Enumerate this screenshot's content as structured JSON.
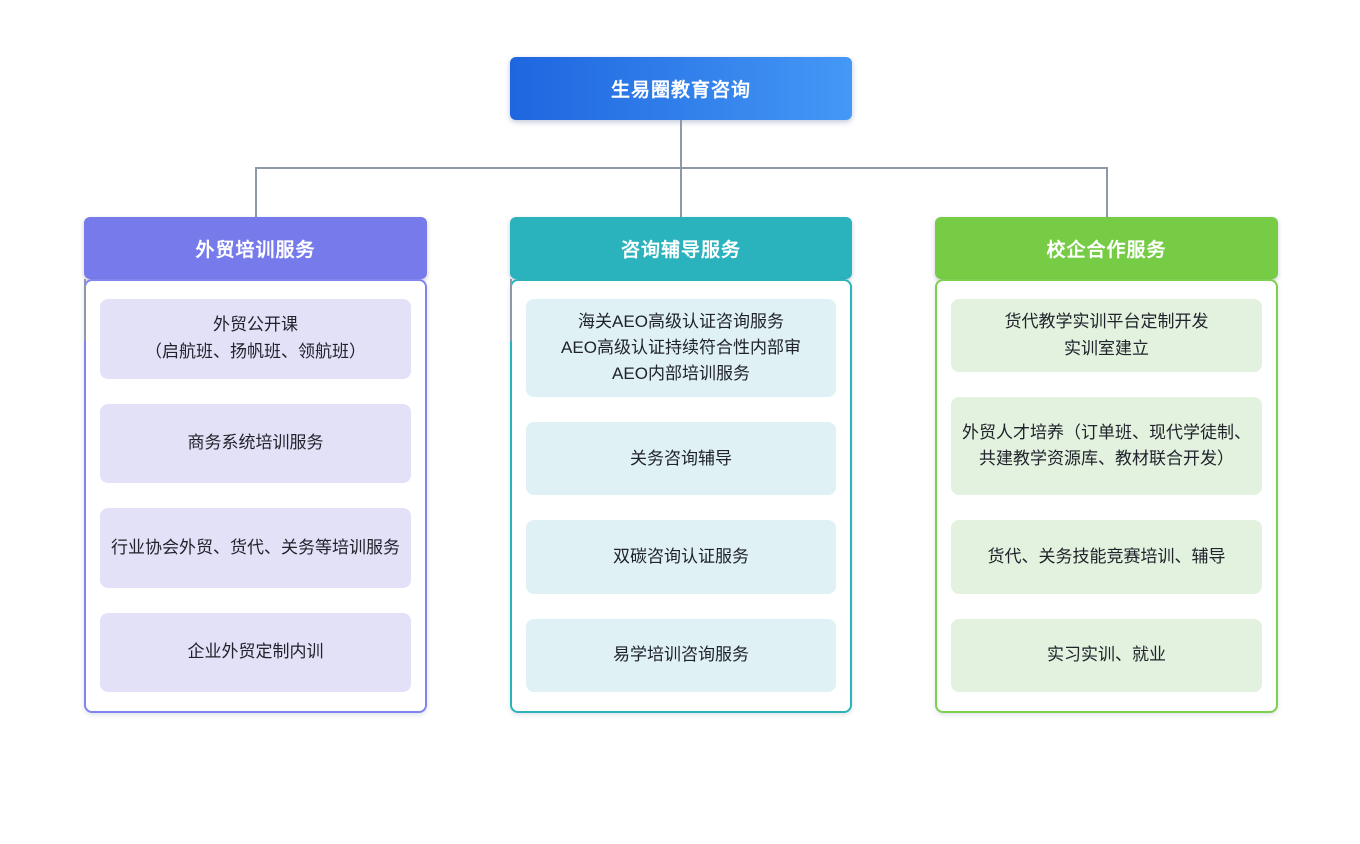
{
  "diagram": {
    "root": {
      "title": "生易圈教育咨询",
      "gradient_start": "#1E66DF",
      "gradient_end": "#4498F6",
      "text_color": "#ffffff"
    },
    "connector_color": "#8E98A8",
    "branches": [
      {
        "label": "外贸培训服务",
        "header_bg": "#767AEB",
        "panel_border": "#8184EE",
        "item_bg": "#E3E1F7",
        "has_panel_connector": true,
        "items": [
          {
            "text": "外贸公开课\n（启航班、扬帆班、领航班）",
            "tall": false
          },
          {
            "text": "商务系统培训服务",
            "tall": false
          },
          {
            "text": "行业协会外贸、货代、关务等培训服务",
            "tall": false
          },
          {
            "text": "企业外贸定制内训",
            "tall": false
          }
        ]
      },
      {
        "label": "咨询辅导服务",
        "header_bg": "#2AB3BD",
        "panel_border": "#2BB3BC",
        "item_bg": "#DFF1F4",
        "has_panel_connector": true,
        "items": [
          {
            "text": "海关AEO高级认证咨询服务\nAEO高级认证持续符合性内部审\nAEO内部培训服务",
            "tall": true
          },
          {
            "text": "关务咨询辅导",
            "tall": false
          },
          {
            "text": "双碳咨询认证服务",
            "tall": false
          },
          {
            "text": "易学培训咨询服务",
            "tall": false
          }
        ]
      },
      {
        "label": "校企合作服务",
        "header_bg": "#76CD45",
        "panel_border": "#7DD04D",
        "item_bg": "#E2F2DE",
        "has_panel_connector": false,
        "items": [
          {
            "text": "货代教学实训平台定制开发\n实训室建立",
            "tall": false
          },
          {
            "text": "外贸人才培养（订单班、现代学徒制、共建教学资源库、教材联合开发）",
            "tall": true
          },
          {
            "text": "货代、关务技能竞赛培训、辅导",
            "tall": false
          },
          {
            "text": "实习实训、就业",
            "tall": false
          }
        ]
      }
    ]
  }
}
